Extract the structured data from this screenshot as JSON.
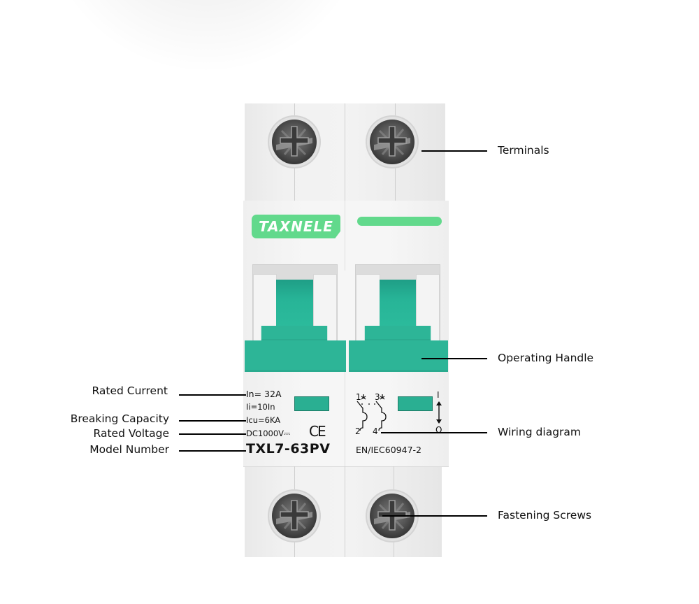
{
  "product": {
    "brand": "TAXNELE",
    "model_number": "TXL7-63PV",
    "specs": {
      "rated_current": "In= 32A",
      "instant_current": "Ii=10In",
      "breaking_capacity": "Icu=6KA",
      "rated_voltage": "DC1000V",
      "dc_symbol": "⎓",
      "certification": "CE",
      "standard": "EN/IEC60947-2"
    },
    "wiring": {
      "terminal_1": "1",
      "terminal_3": "3",
      "terminal_2": "2",
      "terminal_4": "4",
      "on_mark": "I",
      "off_mark": "O"
    },
    "colors": {
      "brand_green": "#62d98c",
      "handle_teal": "#2db597",
      "indicator_teal": "#2aaf92",
      "body_gray": "#f3f3f3"
    }
  },
  "callouts": {
    "right": [
      {
        "label": "Terminals"
      },
      {
        "label": "Operating Handle"
      },
      {
        "label": "Wiring diagram"
      },
      {
        "label": "Fastening Screws"
      }
    ],
    "left": [
      {
        "label": "Rated Current"
      },
      {
        "label": "Breaking Capacity"
      },
      {
        "label": "Rated Voltage"
      },
      {
        "label": "Model Number"
      }
    ]
  }
}
